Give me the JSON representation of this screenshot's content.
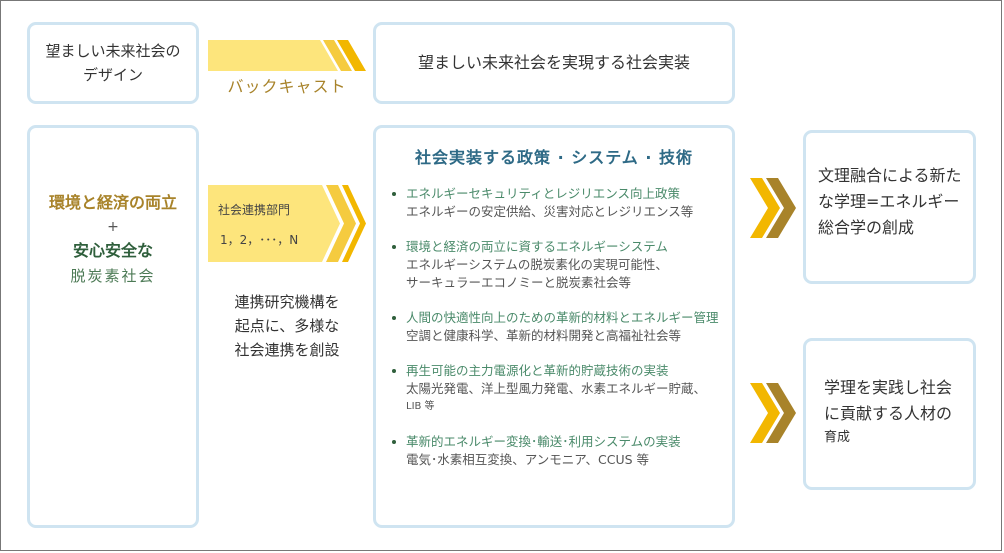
{
  "top_row": {
    "left_box": {
      "line1": "望ましい未来社会の",
      "line2": "デザイン"
    },
    "arrow_label": "バックキャスト",
    "right_box": {
      "text": "望ましい未来社会を実現する社会実装"
    }
  },
  "left_panel": {
    "line1": "環境と経済の両立",
    "plus": "+",
    "line2": "安心安全な",
    "line3": "脱炭素社会"
  },
  "connector": {
    "arrow_title": "社会連携部門",
    "arrow_sub": "1，2，･･･，N",
    "desc_lines": [
      "連携研究機構を",
      "起点に、多様な",
      "社会連携を創設"
    ]
  },
  "center_panel": {
    "title": "社会実装する政策 · システム · 技術",
    "items": [
      {
        "title": "エネルギーセキュリティとレジリエンス向上政策",
        "desc": [
          "エネルギーの安定供給、災害対応とレジリエンス等"
        ]
      },
      {
        "title": "環境と経済の両立に資するエネルギーシステム",
        "desc": [
          "エネルギーシステムの脱炭素化の実現可能性、",
          "サーキュラーエコノミーと脱炭素社会等"
        ]
      },
      {
        "title": "人間の快適性向上のための革新的材料とエネルギー管理",
        "desc": [
          "空調と健康科学、革新的材料開発と高福祉社会等"
        ]
      },
      {
        "title": "再生可能の主力電源化と革新的貯蔵技術の実装",
        "desc": [
          "太陽光発電、洋上型風力発電、水素エネルギー貯蔵、",
          "LIB 等"
        ]
      },
      {
        "title": "革新的エネルギー変換･輸送･利用システムの実装",
        "desc": [
          "電気･水素相互変換、アンモニア、CCUS 等"
        ]
      }
    ]
  },
  "right_panels": [
    {
      "lines": [
        "文理融合による新た",
        "な学理=エネルギー",
        "総合学の創成"
      ]
    },
    {
      "lines": [
        "学理を実践し社会",
        "に貢献する人材の",
        "育成"
      ]
    }
  ],
  "colors": {
    "box_border": "#cfe4f1",
    "arrow_light": "#fde57c",
    "arrow_mid": "#f5cb3f",
    "arrow_dark": "#f2b700",
    "chevron_brown": "#a8832a",
    "gold_text": "#a8832a",
    "green_text": "#2f5f3c",
    "title_blue": "#2e6a86"
  }
}
